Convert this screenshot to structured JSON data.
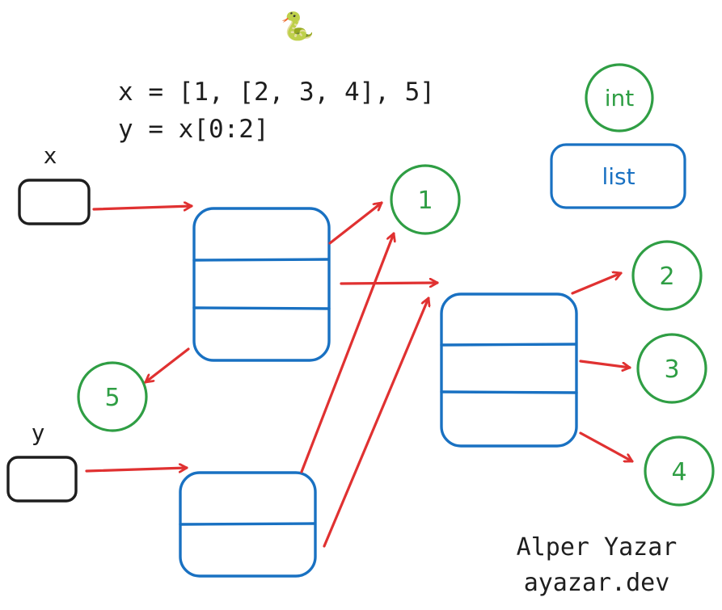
{
  "code": {
    "line1": "x = [1, [2, 3, 4], 5]",
    "line2": "y = x[0:2]"
  },
  "legend": {
    "int_label": "int",
    "list_label": "list"
  },
  "variables": {
    "x_label": "x",
    "y_label": "y"
  },
  "ints": {
    "one": "1",
    "two": "2",
    "three": "3",
    "four": "4",
    "five": "5"
  },
  "author": {
    "name": "Alper Yazar",
    "site": "ayazar.dev"
  },
  "icons": {
    "python": "snake-emoji"
  },
  "colors": {
    "int": "#2f9e44",
    "list": "#1971c2",
    "arrow": "#e03131",
    "variable": "#1e1e1e"
  }
}
